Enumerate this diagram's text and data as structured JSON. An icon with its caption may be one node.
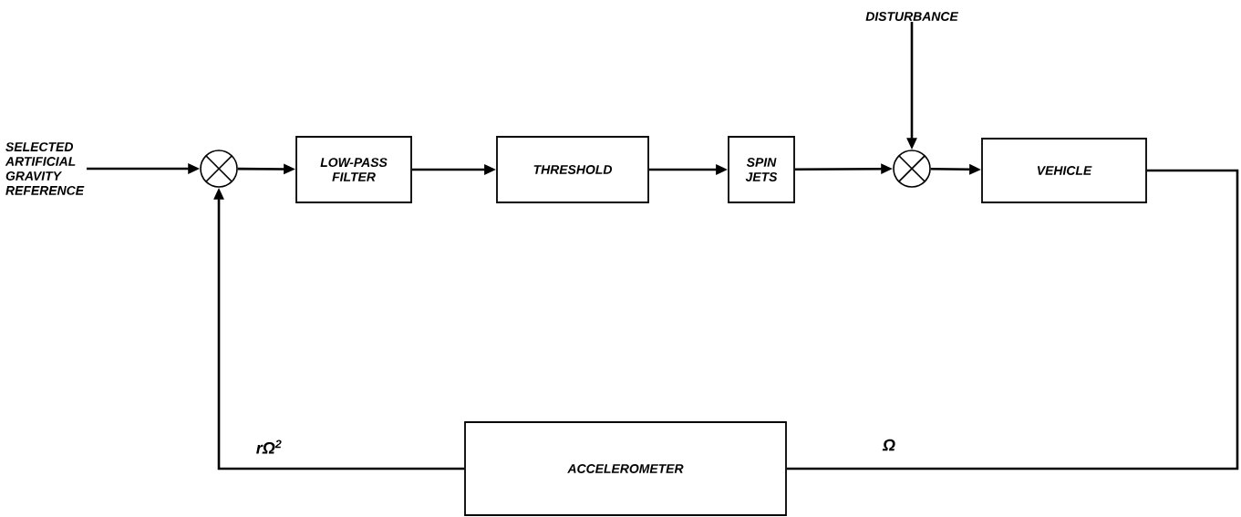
{
  "diagram": {
    "nodes": [
      {
        "text": [
          "SELECTED ARTIFICIAL GRAVITY REFERENCE"
        ]
      },
      {
        "text": [],
        "shape": "circle"
      },
      {
        "text": [
          "LOW-PASS FILTER"
        ]
      },
      {
        "text": [
          "THRESHOLD"
        ]
      },
      {
        "text": [
          "SPIN JETS"
        ]
      },
      {
        "text": [],
        "shape": "circle"
      },
      {
        "text": [
          "VEHICLE"
        ]
      },
      {
        "text": [
          "DISTURBANCE"
        ]
      },
      {
        "text": [
          "ACCELEROMETER"
        ]
      }
    ],
    "edges": [
      {
        "from": 0,
        "to": 1,
        "arrow": "to"
      },
      {
        "from": 1,
        "to": 2,
        "arrow": "to"
      },
      {
        "from": 2,
        "to": 3,
        "arrow": "to"
      },
      {
        "from": 3,
        "to": 4,
        "arrow": "to"
      },
      {
        "from": 4,
        "to": 5,
        "arrow": "to"
      },
      {
        "from": 7,
        "to": 5,
        "arrow": "to"
      },
      {
        "from": 5,
        "to": 6,
        "arrow": "to"
      },
      {
        "from": 6,
        "to": 8,
        "arrow": "none",
        "label": "Ω"
      },
      {
        "from": 8,
        "to": 1,
        "arrow": "to",
        "label": "rΩ$^{2}$"
      }
    ]
  }
}
